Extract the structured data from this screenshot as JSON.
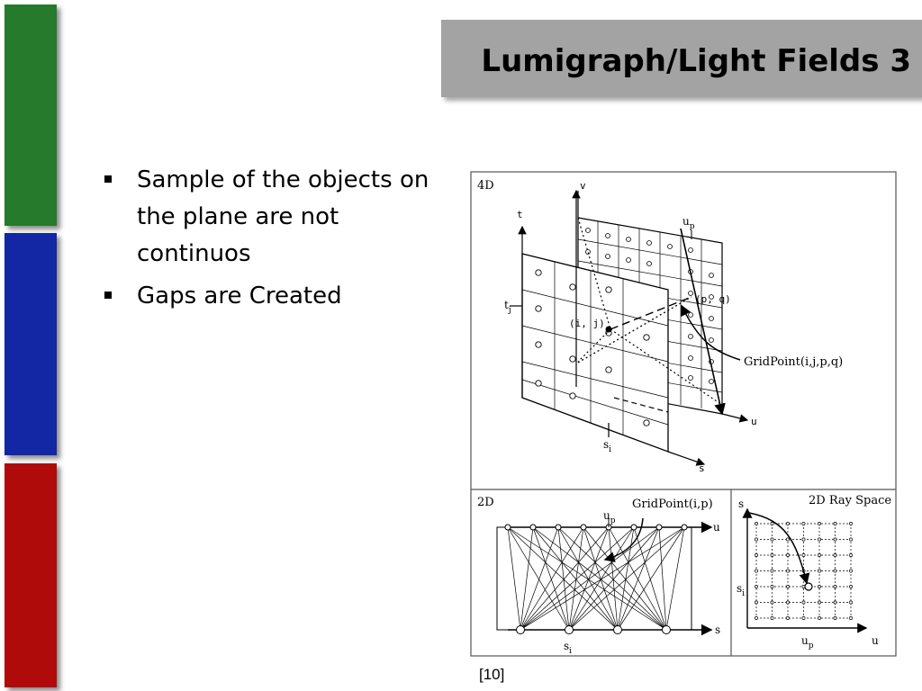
{
  "slide": {
    "title": "Lumigraph/Light Fields 3",
    "bullets": [
      "Sample of the objects on the plane are not continuos",
      "Gaps are Created"
    ],
    "citation": "[10]"
  },
  "figure": {
    "panel_4d": {
      "label": "4D",
      "axis_v": "v",
      "axis_t": "t",
      "axis_s": "s",
      "axis_u": "u",
      "tj_main": "t",
      "tj_sub": "j",
      "si_main": "s",
      "si_sub": "i",
      "up_main": "u",
      "up_sub": "p",
      "ij_label": "(i, j)",
      "pq_label": "(p, q)",
      "gridpoint_label": "GridPoint(i,j,p,q)"
    },
    "panel_2d": {
      "label": "2D",
      "gridpoint_label": "GridPoint(i,p)",
      "up_main": "u",
      "up_sub": "p",
      "axis_u": "u",
      "axis_s": "s",
      "si_main": "s",
      "si_sub": "i"
    },
    "panel_ray": {
      "label": "2D Ray Space",
      "axis_s": "s",
      "axis_u": "u",
      "si_main": "s",
      "si_sub": "i",
      "up_main": "u",
      "up_sub": "p"
    }
  },
  "colors": {
    "bar_green": "#267a2b",
    "bar_blue": "#1326a3",
    "bar_red": "#b00b0b",
    "title_bg": "#a3a3a3"
  }
}
